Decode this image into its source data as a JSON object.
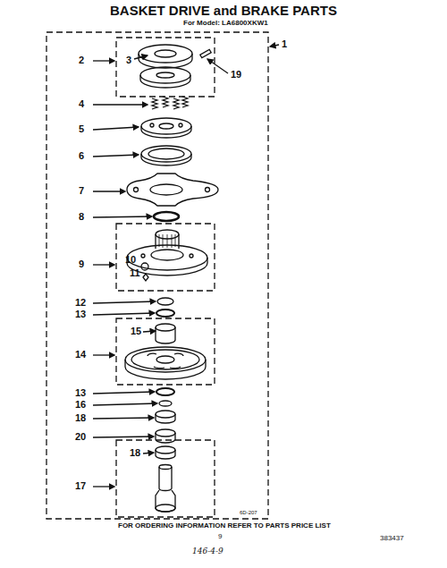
{
  "diagram": {
    "title": "BASKET DRIVE and BRAKE PARTS",
    "labels": [
      "For Model: LA6800XKW1",
      "1",
      "2",
      "3",
      "19",
      "4",
      "5",
      "6",
      "7",
      "8",
      "9",
      "10",
      "11",
      "12",
      "13",
      "15",
      "14",
      "13",
      "16",
      "18",
      "20",
      "18",
      "17",
      "6D-207",
      "FOR ORDERING INFORMATION REFER TO PARTS PRICE LIST",
      "9",
      "383437",
      "146-4-9"
    ]
  }
}
